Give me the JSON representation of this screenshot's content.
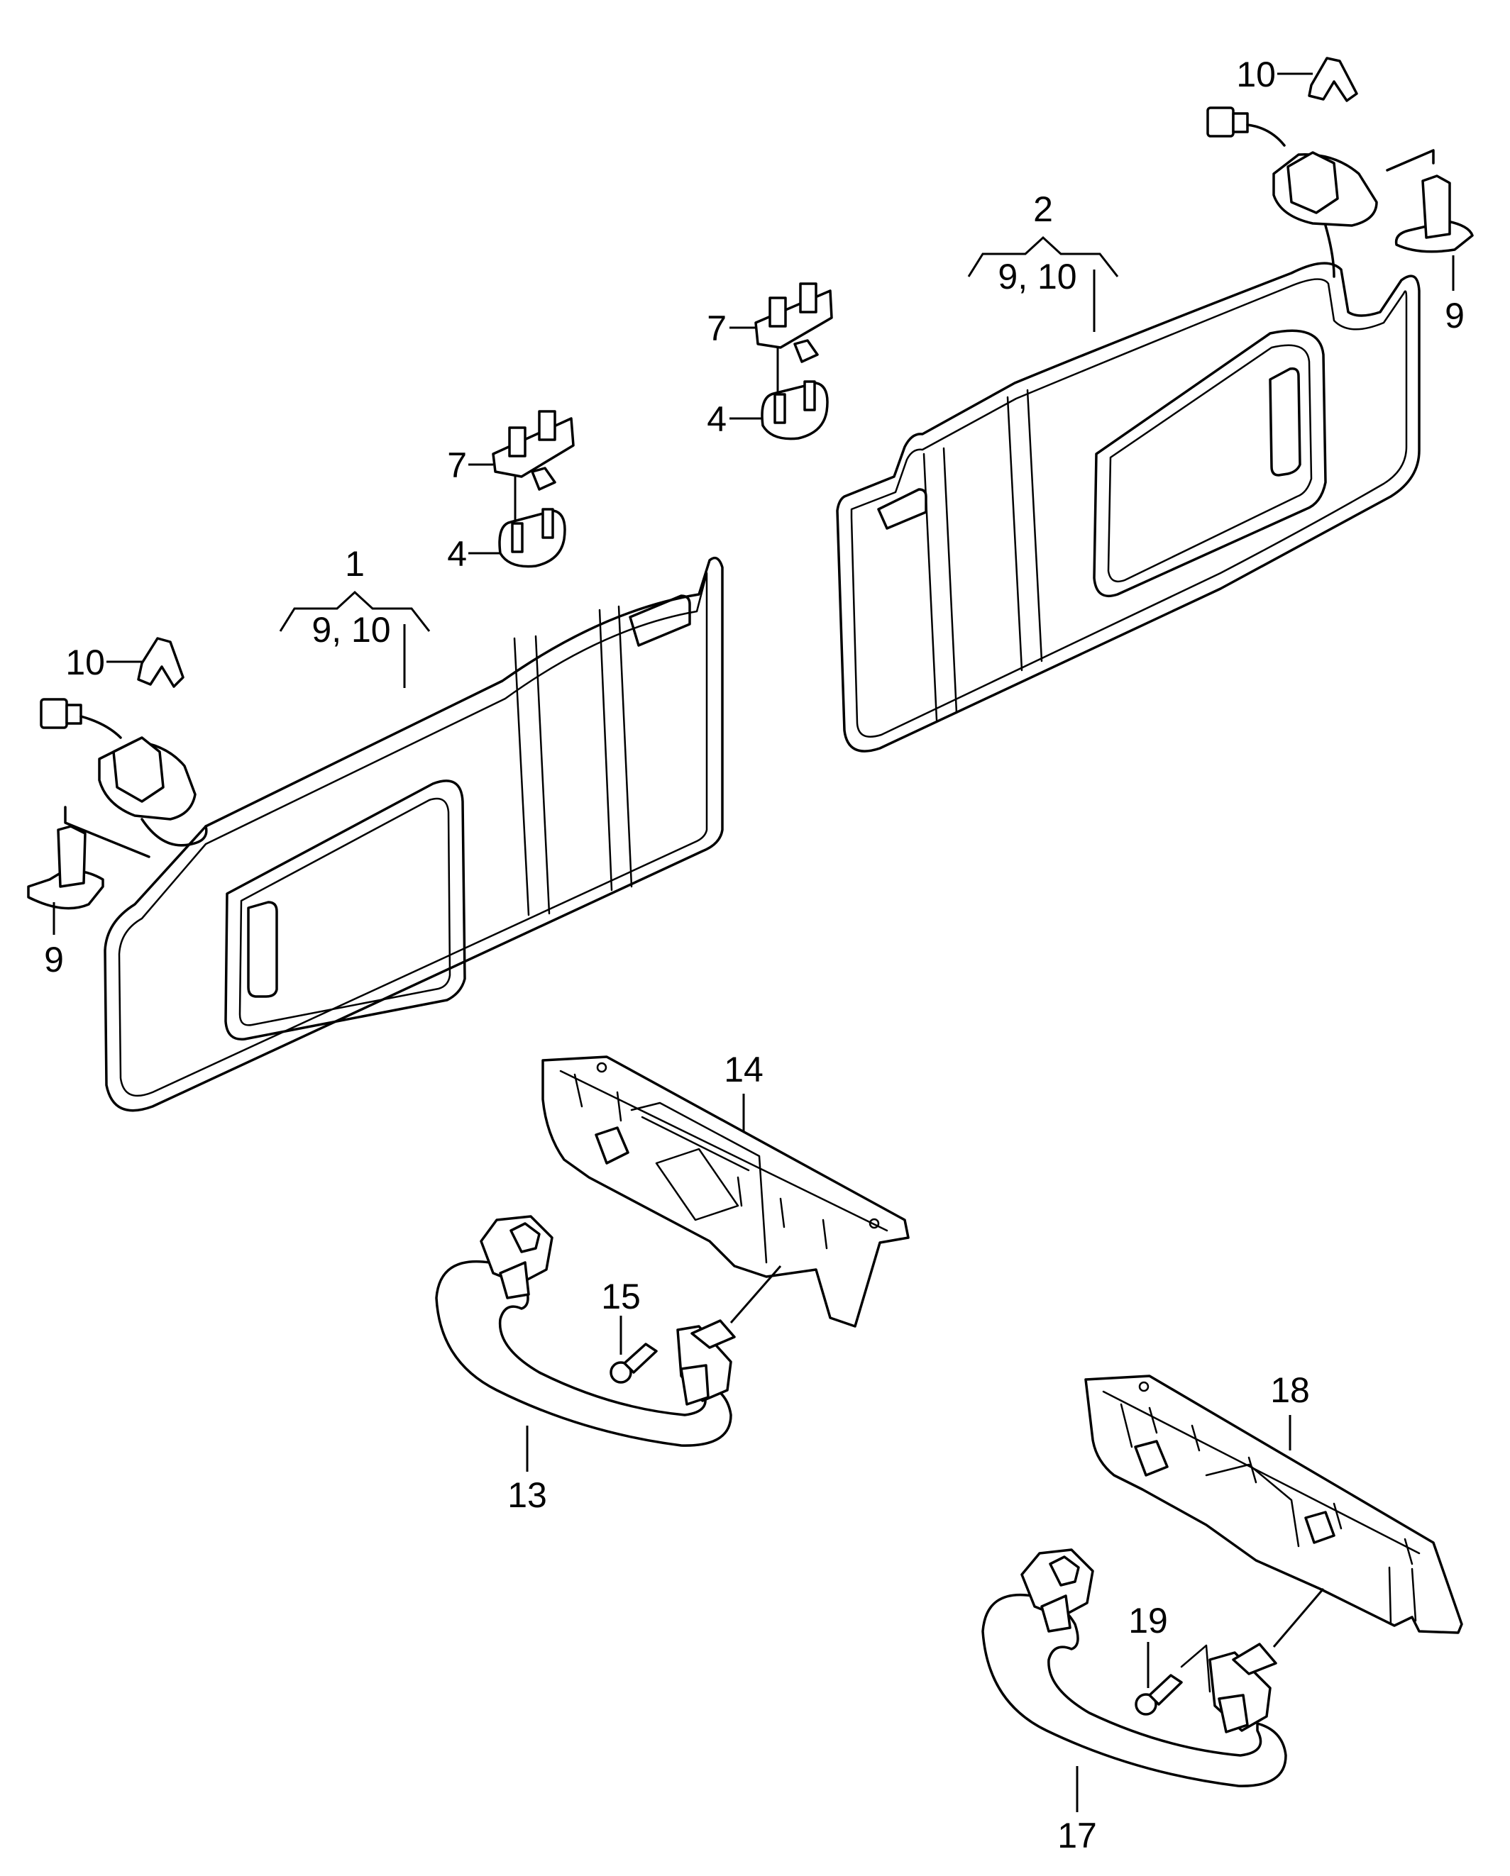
{
  "callouts": {
    "visor_left_number": "1",
    "visor_left_sub": "9, 10",
    "visor_right_number": "2",
    "visor_right_sub": "9, 10",
    "mirror_cover_left": "4",
    "mirror_cover_right": "4",
    "bracket_left": "7",
    "bracket_right": "7",
    "clip_top_right": "10",
    "clip_left": "10",
    "cover_cap_left": "9",
    "cover_cap_right": "9",
    "grab_handle_front": "13",
    "trim_front": "14",
    "screw_front": "15",
    "grab_handle_rear": "17",
    "trim_rear": "18",
    "screw_rear": "19"
  }
}
